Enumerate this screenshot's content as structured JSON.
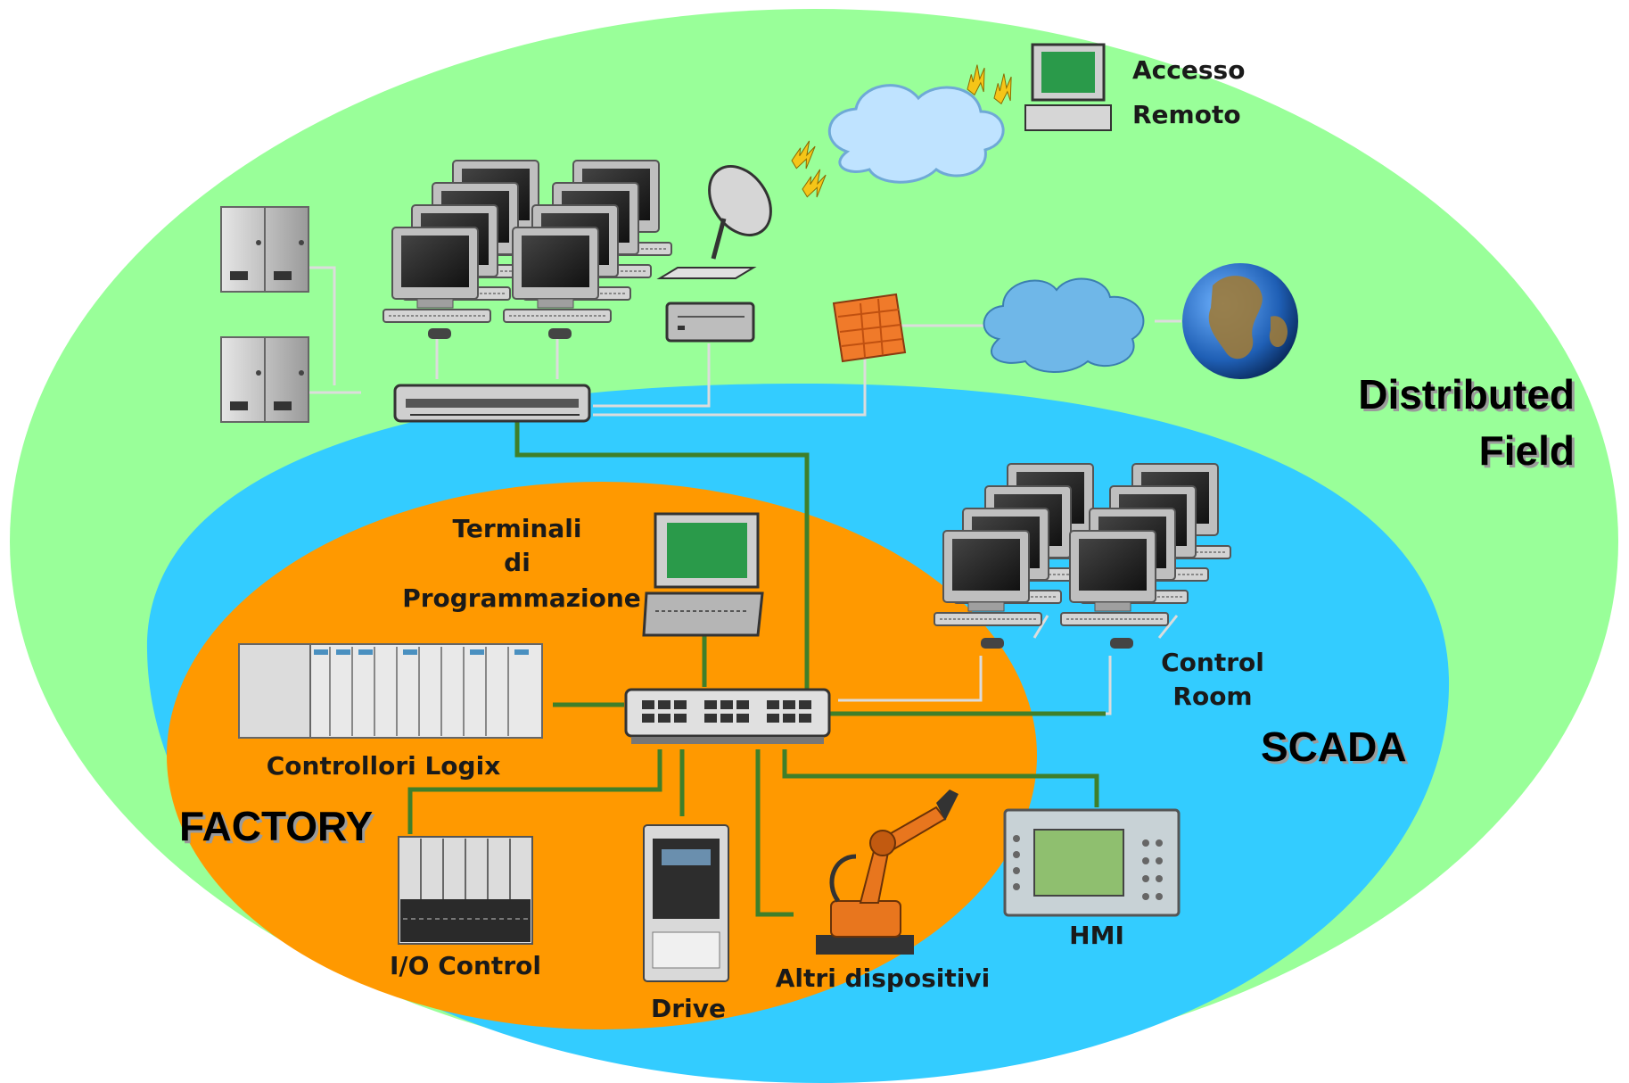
{
  "zones": {
    "distributed_field": {
      "line1": "Distributed",
      "line2": "Field",
      "color": "#99FF99"
    },
    "scada": {
      "label": "SCADA",
      "color": "#33CCFF"
    },
    "factory": {
      "label": "FACTORY",
      "color": "#FF9900"
    }
  },
  "labels": {
    "remote_access_line1": "Accesso",
    "remote_access_line2": "Remoto",
    "terminals_line1": "Terminali",
    "terminals_line2": "di",
    "terminals_line3": "Programmazione",
    "control_room_line1": "Control",
    "control_room_line2": "Room",
    "logix": "Controllori Logix",
    "io_control": "I/O Control",
    "drive": "Drive",
    "other_devices": "Altri dispositivi",
    "hmi": "HMI"
  },
  "colors": {
    "network_cable": "#3F7F2A",
    "thin_cable": "#d8d8d8",
    "screen": "#2a9a4a",
    "firewall": "#F07A2A",
    "cloud": "#6FB7E8",
    "robot": "#E8761E"
  },
  "icons": [
    "server-icon",
    "workstation-icon",
    "satellite-dish-icon",
    "cloud-icon",
    "lightning-icon",
    "laptop-icon",
    "firewall-icon",
    "globe-icon",
    "network-switch-icon",
    "plc-icon",
    "io-module-icon",
    "drive-icon",
    "robot-arm-icon",
    "hmi-panel-icon"
  ]
}
